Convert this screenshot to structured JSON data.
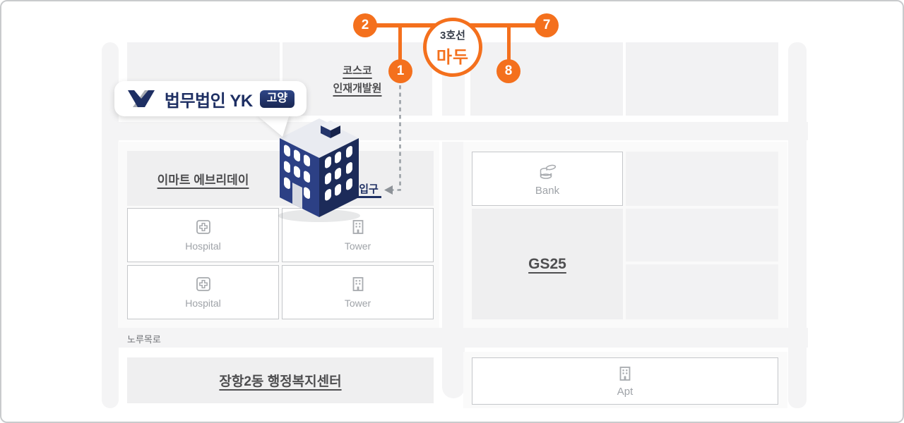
{
  "theme": {
    "accent_orange": "#f4701d",
    "navy": "#1e2f63",
    "road_gray": "#f4f4f5",
    "block_gray": "#efeff0"
  },
  "station": {
    "line_label": "3호선",
    "station_name": "마두",
    "exit_top_left": "2",
    "exit_top_right": "7",
    "exit_bottom_left": "1",
    "exit_bottom_right": "8"
  },
  "office_marker": {
    "firm_name": "법무법인 YK",
    "branch_badge": "고양",
    "entrance_label": "입구"
  },
  "landmarks": {
    "kosco_line1": "코스코",
    "kosco_line2": "인재개발원",
    "emart": "이마트 에브리데이",
    "hospital": "Hospital",
    "tower": "Tower",
    "bank": "Bank",
    "gs25": "GS25",
    "apt": "Apt",
    "community_center": "장항2동 행정복지센터",
    "road_name": "노루목로"
  }
}
